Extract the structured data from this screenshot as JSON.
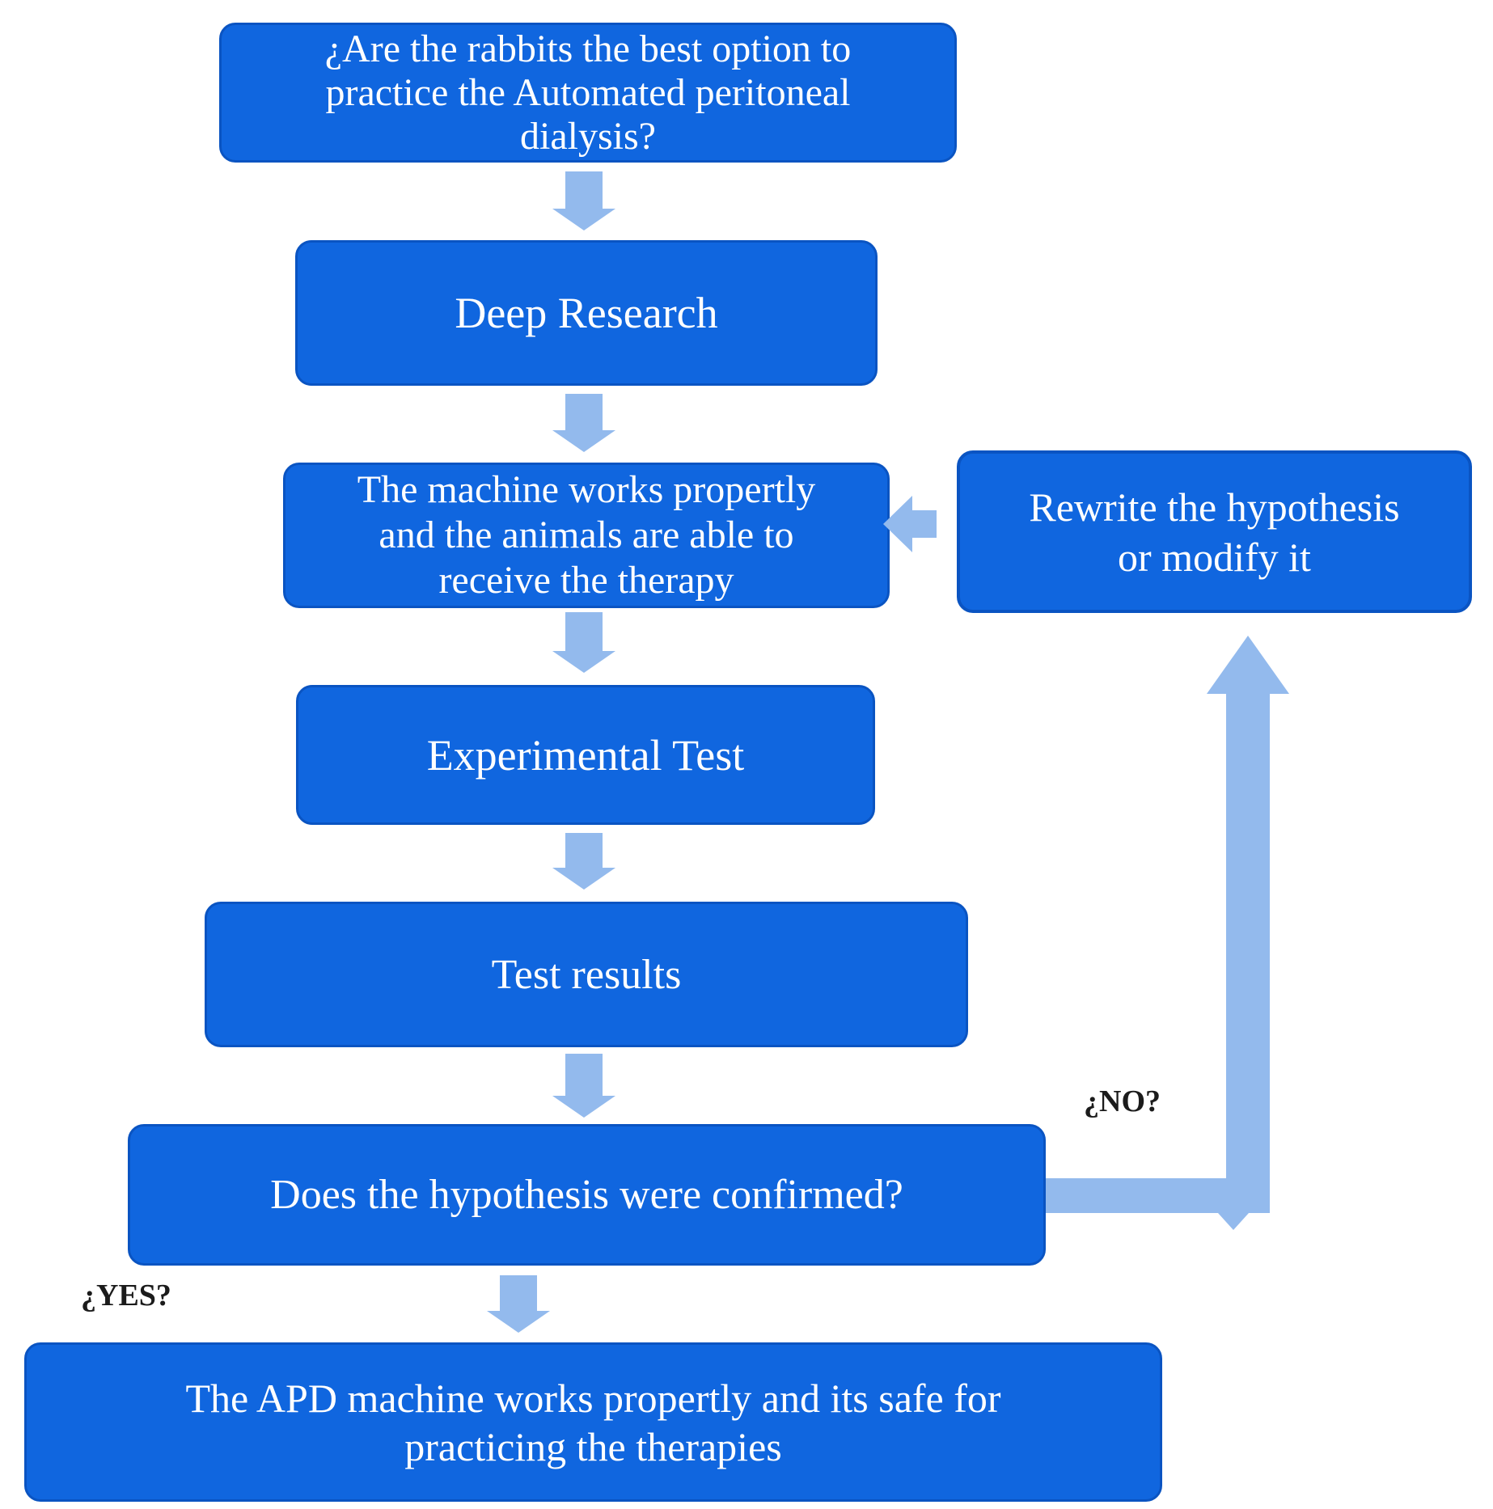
{
  "colors": {
    "node-fill": "#1066DF",
    "node-border": "#0a54c2",
    "node-text": "#ffffff",
    "arrow": "#93BAED",
    "label-text": "#1b1b1b",
    "background": "#ffffff"
  },
  "nodes": {
    "question": {
      "label": "¿Are the rabbits the best option to\npractice the Automated peritoneal\ndialysis?"
    },
    "deep_research": {
      "label": "Deep Research"
    },
    "machine_works": {
      "label": "The machine works propertly\nand the animals are able to\nreceive the therapy"
    },
    "experimental_test": {
      "label": "Experimental Test"
    },
    "test_results": {
      "label": "Test results"
    },
    "hypothesis_confirmed": {
      "label": "Does the hypothesis were confirmed?"
    },
    "conclusion": {
      "label": "The APD machine works propertly and its safe for\npracticing the therapies"
    },
    "rewrite": {
      "label": "Rewrite the hypothesis\nor modify it"
    }
  },
  "edge_labels": {
    "no": "¿NO?",
    "yes": "¿YES?"
  }
}
